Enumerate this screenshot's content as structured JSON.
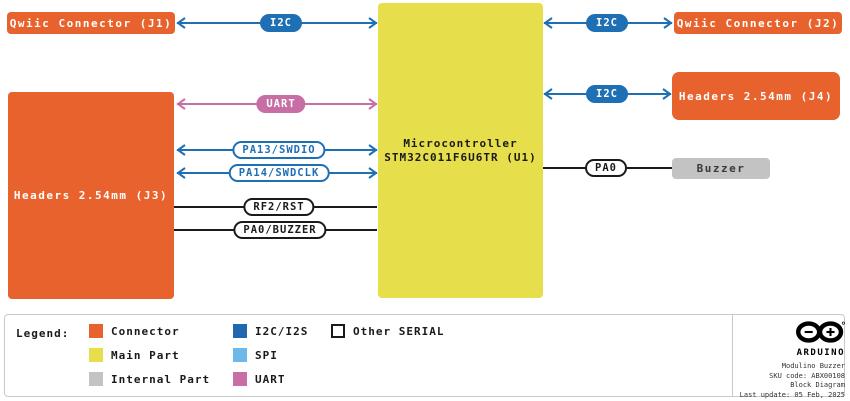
{
  "colors": {
    "orange": "#E8622D",
    "yellow": "#E6DF4B",
    "gray": "#C3C3C3",
    "blue": "#1F6FB5",
    "lightblue": "#6CB8E8",
    "pink": "#C76FA5"
  },
  "boxes": {
    "j1": {
      "label": "Qwiic Connector (J1)"
    },
    "j2": {
      "label": "Qwiic Connector (J2)"
    },
    "j3": {
      "label": "Headers 2.54mm (J3)"
    },
    "j4": {
      "label": "Headers 2.54mm (J4)"
    },
    "u1": {
      "line1": "Microcontroller",
      "line2": "STM32C011F6U6TR (U1)"
    },
    "buzzer": {
      "label": "Buzzer"
    }
  },
  "connections": {
    "i2c_j1": {
      "label": "I2C"
    },
    "i2c_j2": {
      "label": "I2C"
    },
    "i2c_j4": {
      "label": "I2C"
    },
    "uart": {
      "label": "UART"
    },
    "swdio": {
      "label": "PA13/SWDIO"
    },
    "swdclk": {
      "label": "PA14/SWDCLK"
    },
    "rst": {
      "label": "RF2/RST"
    },
    "pa0_buzzer": {
      "label": "PA0/BUZZER"
    },
    "pa0": {
      "label": "PA0"
    }
  },
  "legend": {
    "title": "Legend:",
    "items": [
      {
        "label": "Connector",
        "color": "#E8622D"
      },
      {
        "label": "Main Part",
        "color": "#E6DF4B"
      },
      {
        "label": "Internal Part",
        "color": "#C3C3C3"
      },
      {
        "label": "I2C/I2S",
        "color": "#2068AE"
      },
      {
        "label": "SPI",
        "color": "#6CB8E8"
      },
      {
        "label": "UART",
        "color": "#C76FA5"
      },
      {
        "label": "Other SERIAL",
        "color": "#FFFFFF"
      }
    ]
  },
  "branding": {
    "logo_text": "ARDUINO",
    "product": "Modulino Buzzer",
    "sku": "SKU code: ABX00108",
    "doc_type": "Block Diagram",
    "last_update": "Last update: 05 Feb, 2025"
  }
}
